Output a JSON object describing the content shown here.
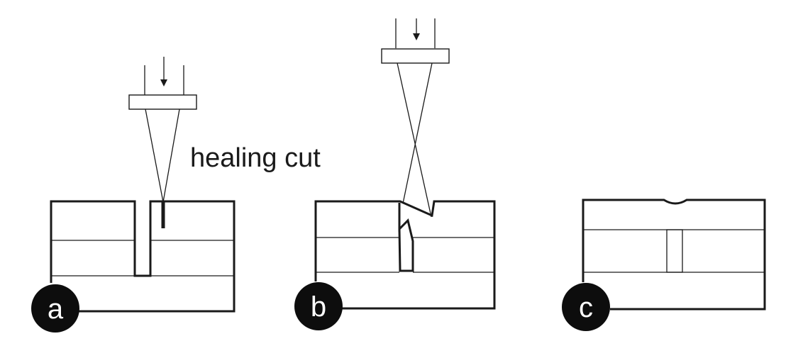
{
  "annotation": {
    "text": "healing cut"
  },
  "panels": [
    {
      "label": "a"
    },
    {
      "label": "b"
    },
    {
      "label": "c"
    }
  ]
}
